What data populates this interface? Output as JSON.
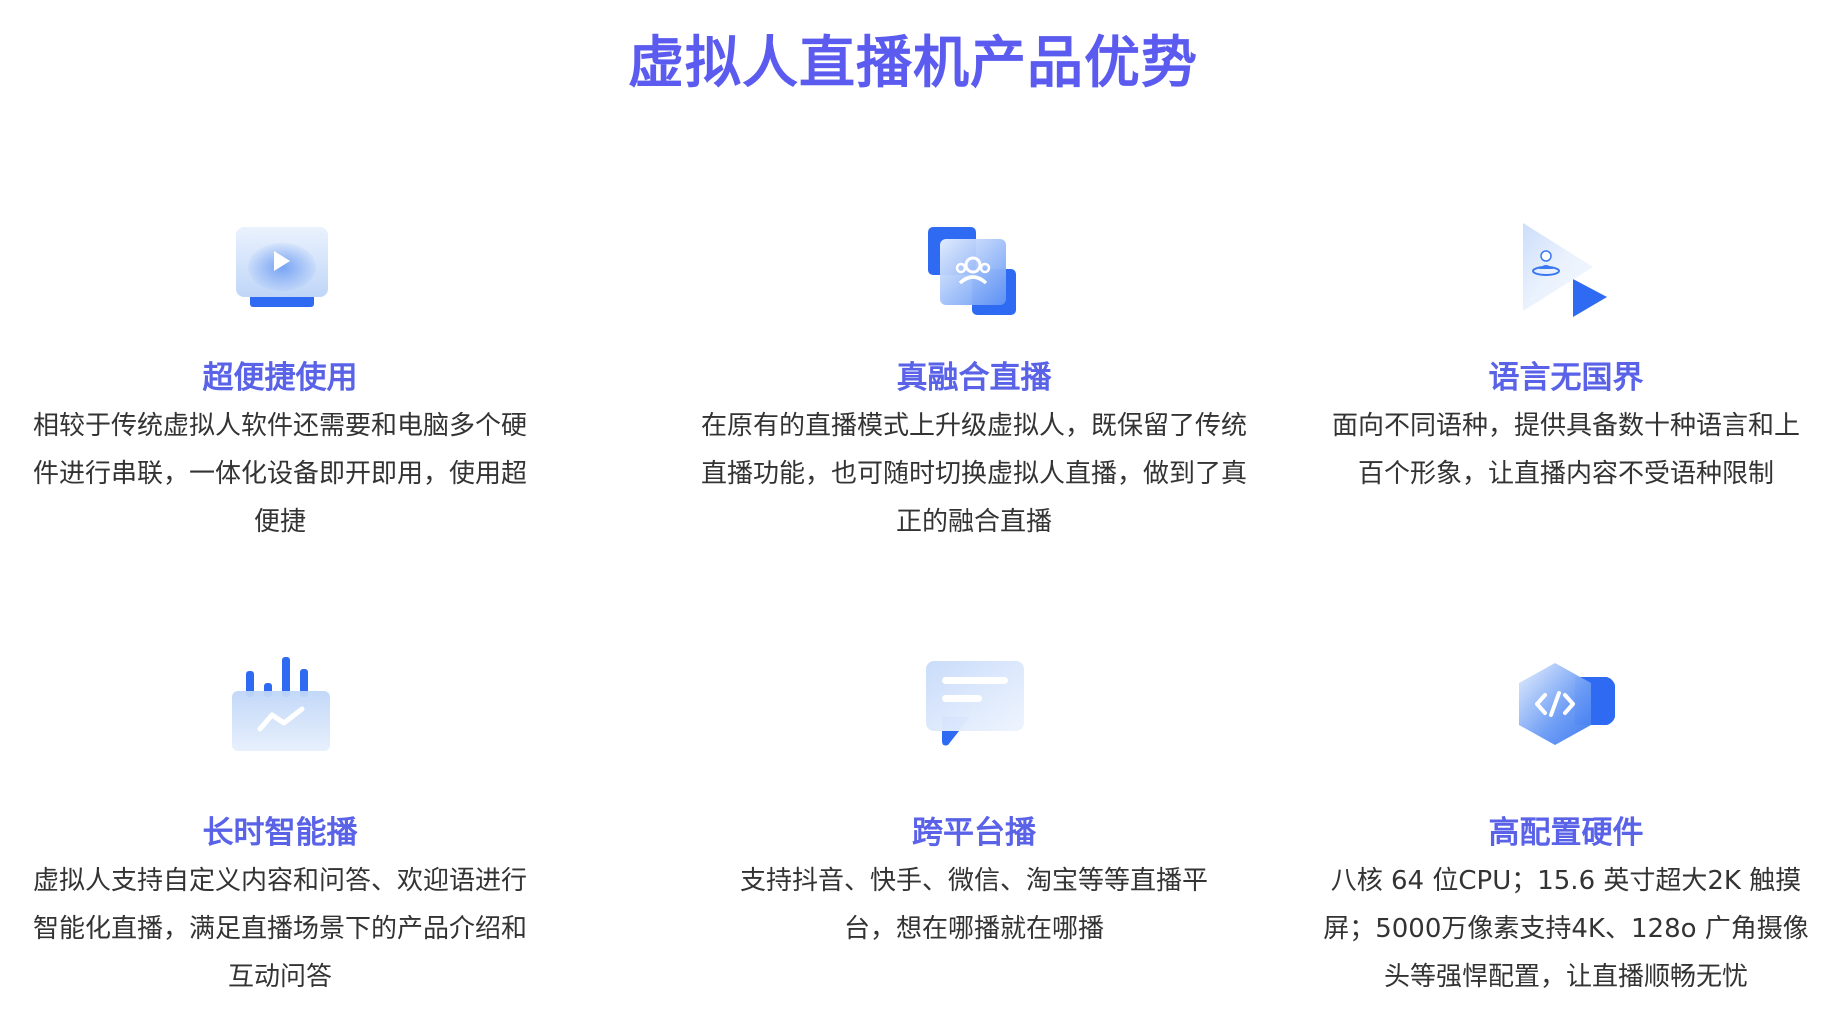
{
  "page": {
    "title": "虚拟人直播机产品优势"
  },
  "colors": {
    "title": "#5B5BF0",
    "feature_title": "#5A63E8",
    "icon_primary": "#2E6BF2",
    "icon_light": "#D6E6FB",
    "text": "#333333"
  },
  "features": [
    {
      "icon": "monitor-play-icon",
      "title": "超便捷使用",
      "lines": [
        "相较于传统虚拟人软件还需要和电脑多个硬",
        "件进行串联，一体化设备即开即用，使用超",
        "便捷"
      ]
    },
    {
      "icon": "overlapping-users-icon",
      "title": "真融合直播",
      "lines": [
        "在原有的直播模式上升级虚拟人，既保留了传统",
        "直播功能，也可随时切换虚拟人直播，做到了真",
        "正的融合直播"
      ]
    },
    {
      "icon": "play-triangle-person-icon",
      "title": "语言无国界",
      "lines": [
        "面向不同语种，提供具备数十种语言和上",
        "百个形象，让直播内容不受语种限制"
      ]
    },
    {
      "icon": "analytics-chart-icon",
      "title": "长时智能播",
      "lines": [
        "虚拟人支持自定义内容和问答、欢迎语进行",
        "智能化直播，满足直播场景下的产品介绍和",
        "互动问答"
      ]
    },
    {
      "icon": "chat-bubble-icon",
      "title": "跨平台播",
      "lines": [
        "支持抖音、快手、微信、淘宝等等直播平",
        "台，想在哪播就在哪播"
      ]
    },
    {
      "icon": "code-hexagon-icon",
      "title": "高配置硬件",
      "lines": [
        "八核 64 位CPU；15.6 英寸超大2K 触摸",
        "屏；5000万像素支持4K、128o 广角摄像",
        "头等强悍配置，让直播顺畅无忧"
      ]
    }
  ]
}
